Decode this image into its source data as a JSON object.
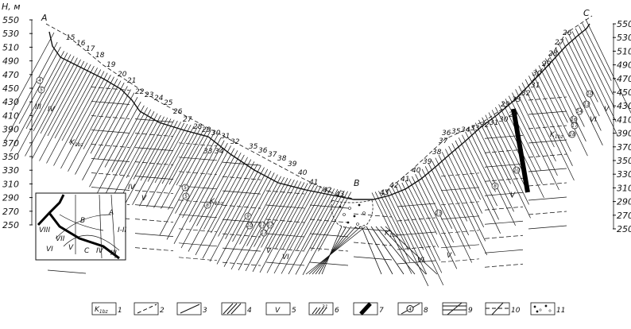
{
  "axis": {
    "title": "H, м",
    "left_ticks": [
      "550",
      "530",
      "510",
      "490",
      "470",
      "450",
      "430",
      "410",
      "390",
      "370",
      "350",
      "330",
      "310",
      "290",
      "270",
      "250"
    ],
    "right_ticks": [
      "550",
      "530",
      "510",
      "490",
      "470",
      "450",
      "430",
      "410",
      "390",
      "370",
      "350",
      "330",
      "310",
      "290",
      "270",
      "250"
    ]
  },
  "points": {
    "A": "A",
    "B": "B",
    "C": "C"
  },
  "stations_left": [
    "15",
    "16",
    "17",
    "18",
    "19",
    "20",
    "21",
    "22",
    "23",
    "24",
    "25",
    "26",
    "27",
    "28",
    "29",
    "30",
    "31",
    "32",
    "33",
    "34",
    "35",
    "36",
    "37",
    "38",
    "39",
    "40",
    "41",
    "42",
    "43"
  ],
  "stations_right": [
    "43",
    "42",
    "41",
    "40",
    "39",
    "38",
    "37",
    "36",
    "35",
    "34",
    "33",
    "32",
    "31",
    "30",
    "29",
    "29",
    "33",
    "32",
    "31",
    "30",
    "29",
    "28",
    "27",
    "26"
  ],
  "zones": [
    "III",
    "IV",
    "IV",
    "V",
    "V",
    "VI",
    "VI",
    "V",
    "V",
    "VI",
    "V"
  ],
  "formation": {
    "main": "K",
    "sub": "1bz"
  },
  "circled": [
    "4",
    "5",
    "5",
    "5",
    "8",
    "9",
    "10",
    "11",
    "12",
    "13",
    "15",
    "8",
    "10",
    "10",
    "13",
    "14",
    "16",
    "17",
    "18"
  ],
  "inset": {
    "labels": [
      "A",
      "B",
      "C",
      "VIII",
      "VII",
      "VI",
      "V",
      "IV",
      "III",
      "I-II"
    ]
  },
  "legend": [
    {
      "number": "1",
      "symbol": "formation"
    },
    {
      "number": "2",
      "symbol": "dash-line"
    },
    {
      "number": "3",
      "symbol": "solid-line"
    },
    {
      "number": "4",
      "symbol": "triple-line"
    },
    {
      "number": "5",
      "symbol": "V",
      "text": "V"
    },
    {
      "number": "6",
      "symbol": "hatch-numbered",
      "text": "31"
    },
    {
      "number": "7",
      "symbol": "bold-bar"
    },
    {
      "number": "8",
      "symbol": "circle-number",
      "text": "4"
    },
    {
      "number": "9",
      "symbol": "solid-step"
    },
    {
      "number": "10",
      "symbol": "dashed-step"
    },
    {
      "number": "11",
      "symbol": "dots"
    }
  ]
}
